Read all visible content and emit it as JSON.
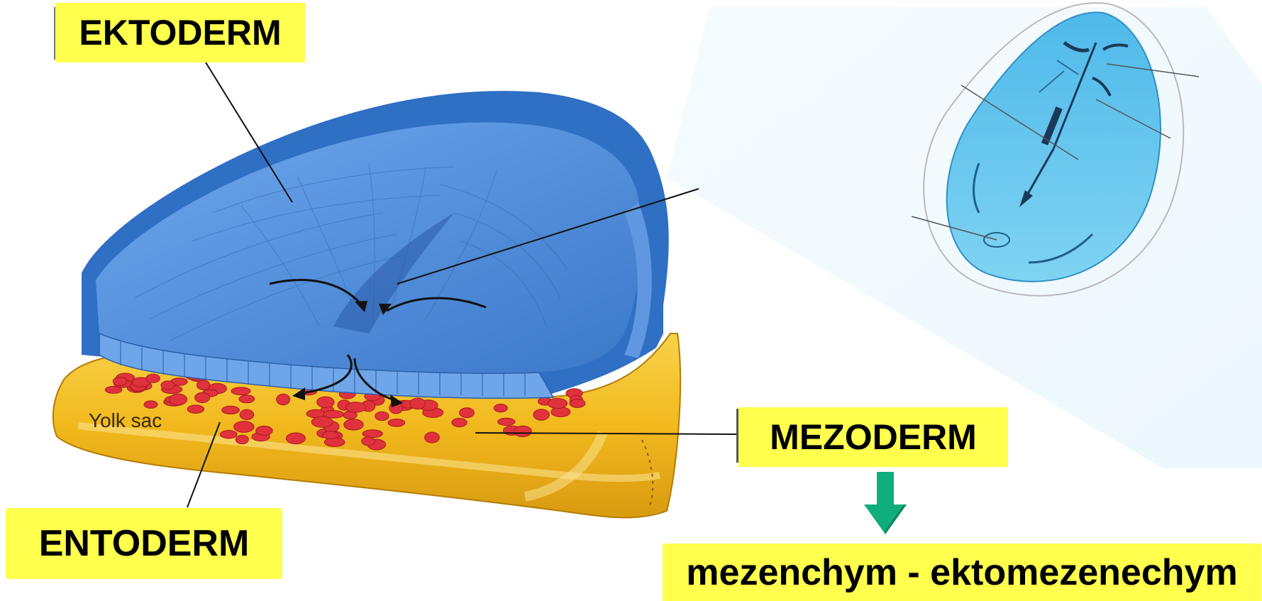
{
  "labels": {
    "ektoderm": "EKTODERM",
    "entoderm": "ENTODERM",
    "mezoderm": "MEZODERM",
    "mezenchym": "mezenchym - ektomezenechym"
  },
  "illustration": {
    "yolk_sac_text": "Yolk sac"
  },
  "colors": {
    "label_background": "#ffff4d",
    "ectoderm_blue": "#3f7fd0",
    "yolk_sac_yellow": "#f2b91e",
    "mesoderm_red": "#e0323c",
    "arrow_green": "#0fae7a",
    "embryo_light_blue": "#5fc6ec"
  }
}
